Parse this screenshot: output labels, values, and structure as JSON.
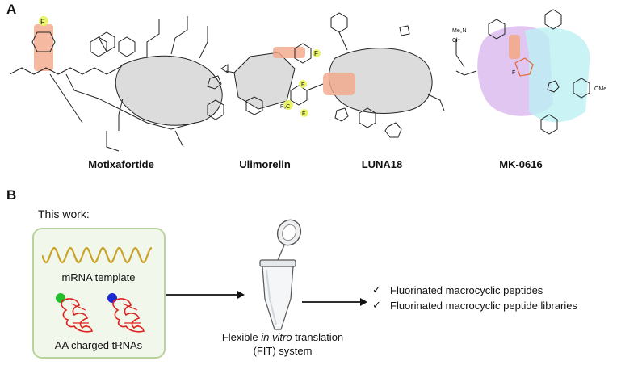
{
  "panel_a": {
    "label": "A",
    "molecules": [
      {
        "name": "Motixafortide"
      },
      {
        "name": "Ulimorelin"
      },
      {
        "name": "LUNA18"
      },
      {
        "name": "MK-0616"
      }
    ]
  },
  "panel_b": {
    "label": "B",
    "intro": "This work:",
    "mrna_label": "mRNA template",
    "trna_label": "AA charged tRNAs",
    "system_line1_pre": "Flexible ",
    "system_line1_italic": "in vitro",
    "system_line1_post": " translation",
    "system_line2": "(FIT) system",
    "outputs": [
      {
        "check": "✓",
        "text": "Fluorinated macrocyclic peptides"
      },
      {
        "check": "✓",
        "text": "Fluorinated macrocyclic peptide libraries"
      }
    ]
  },
  "colors": {
    "box_border": "#b8d49a",
    "box_fill": "#f2f7ec",
    "mrna": "#c9a227",
    "trna": "#e0201c",
    "green_dot": "#22c02a",
    "blue_dot": "#1a2bd6",
    "fluorine_highlight": "#e8f36b",
    "bond_highlight": "#f2a88a",
    "macrocycle_fill": "#dcdcdc",
    "mk_purple": "#d9b8ef",
    "mk_cyan": "#bdf0f3"
  }
}
